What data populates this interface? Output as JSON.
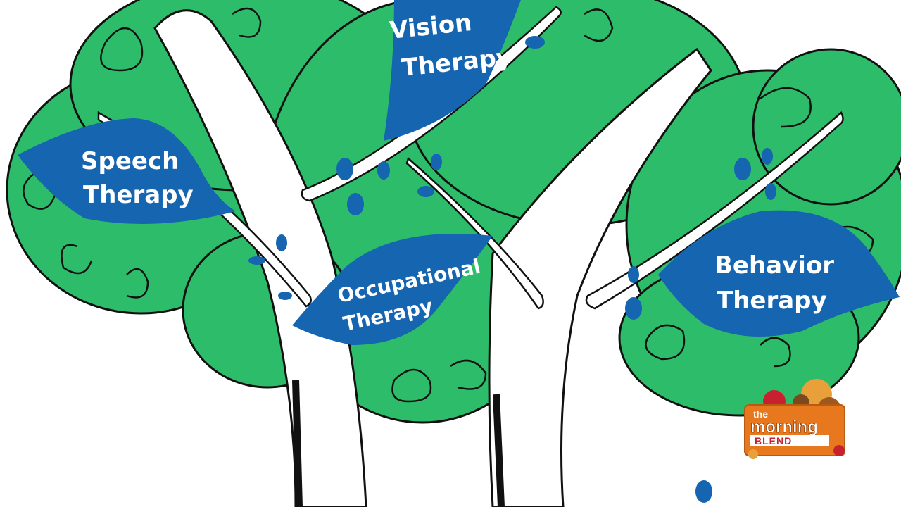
{
  "colors": {
    "canopy": "#2dbd6a",
    "leaf": "#1565b0",
    "outline": "#111111",
    "trunk": "#ffffff",
    "logo_orange": "#e8781e",
    "logo_red": "#c8202f"
  },
  "leaves": {
    "vision": {
      "line1": "Vision",
      "line2": "Therapy"
    },
    "speech": {
      "line1": "Speech",
      "line2": "Therapy"
    },
    "occupational": {
      "line1": "Occupational",
      "line2": "Therapy"
    },
    "behavior": {
      "line1": "Behavior",
      "line2": "Therapy"
    }
  },
  "logo": {
    "the": "the",
    "morning": "morning",
    "blend": "BLEND"
  }
}
